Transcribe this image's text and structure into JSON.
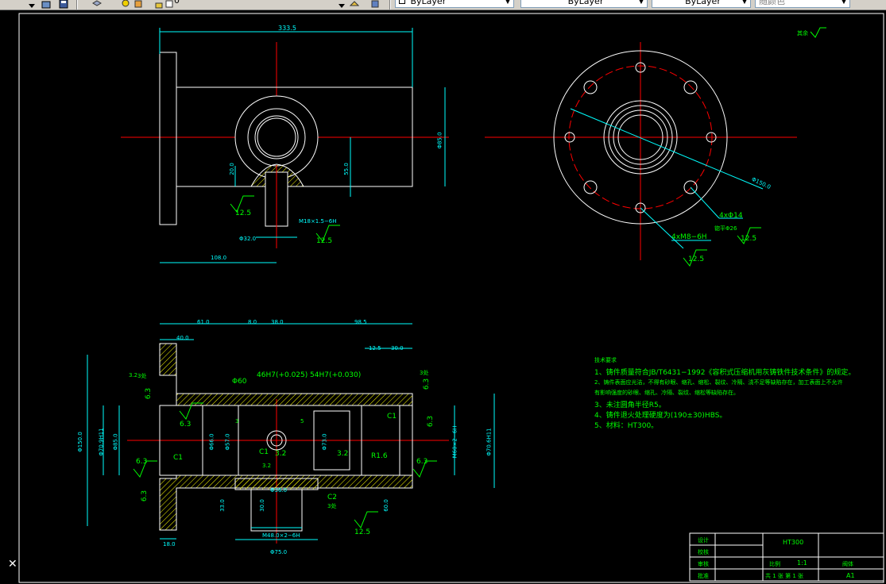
{
  "toolbar": {
    "layer_combo_value": "0",
    "color_combo_value": "ByLayer",
    "linetype_combo_value": "ByLayer",
    "lineweight_combo_value": "ByLayer",
    "plotstyle_combo_value": "随颜色",
    "icons": [
      "arrow-down-icon",
      "layer-manager-icon",
      "save-icon",
      "layers-icon",
      "lightbulb-icon",
      "match-properties-icon",
      "lock-icon",
      "layer-square-icon",
      "layer-tools-icon"
    ]
  },
  "drawing": {
    "top_view": {
      "dim_overall": "333.5",
      "dim_height": "Φ85.0",
      "dim_side": "55.0",
      "dim_boss": "20.0",
      "dim_thread": "M18×1.5−6H",
      "dim_dia": "Φ32.0",
      "dim_base": "108.0",
      "rough_1": "12.5",
      "rough_2": "12.5"
    },
    "side_view": {
      "dim_pcd": "Φ150.0",
      "holes_1": "4xΦ14",
      "holes_1_sub": "锪平Φ26",
      "holes_2": "4xM8−6H",
      "rough_1": "12.5",
      "rough_2": "12.5",
      "corner_mark": "其余"
    },
    "section_view": {
      "dim_a": "61.0",
      "dim_b": "8.0",
      "dim_c": "38.0",
      "dim_d": "98.5",
      "dim_e": "40.0",
      "dim_f": "12.5",
      "dim_g": "30.0",
      "dim_h": "3.2",
      "dim_i": "18.0",
      "dim_j": "Φ36.0",
      "dim_k": "Φ75.0",
      "dim_l": "M48.0×2−6H",
      "dim_m": "Φ60",
      "dim_n": "46H7(+0.025)",
      "dim_o": "54H7(+0.030)",
      "dim_p": "Φ150.0",
      "dim_q": "Φ70.9H11",
      "dim_r": "Φ85.0",
      "dim_s": "Φ66.0",
      "dim_t": "Φ57.0",
      "dim_u": "Φ73.0",
      "dim_v": "M60×2−6H",
      "dim_w": "Φ70.6H11",
      "dim_x": "33.0",
      "dim_y": "30.0",
      "dim_z": "60.0",
      "dim_3a": "3",
      "dim_5a": "5",
      "c1_a": "C1",
      "c1_b": "C1",
      "c1_c": "C1",
      "c2": "C2",
      "c2_sub": "3处",
      "r16": "R1.6",
      "r_63_a": "6.3",
      "r_63_b": "6.3",
      "r_63_c": "6.3",
      "r_63_d": "6.3",
      "r_63_e": "6.3",
      "r_63_f": "6.3",
      "r_63_g": "6.3",
      "r_32_a": "3.2",
      "r_32_b": "3.2",
      "r_32_c": "3.2",
      "r_125": "12.5",
      "mark_3a": "3处",
      "mark_3b": "3处"
    },
    "tech_notes": {
      "title": "技术要求",
      "lines": [
        "1、铸件质量符合JB/T6431−1992《容积式压缩机用灰铸铁件技术条件》的规定。",
        "2、铸件表面应光洁，不得有砂眼、缩孔、缩松、裂纹、冷隔、浇不足等缺陷存在，加工表面上不允许",
        "    有影响强度的砂眼、缩孔、冷隔、裂纹、缩松等缺陷存在。",
        "3、未注圆角半径R5。",
        "4、铸件退火处理硬度为(190±30)HBS。",
        "5、材料：HT300。"
      ]
    },
    "title_block": {
      "row1": "设计",
      "row2": "校核",
      "row3": "审核",
      "row4": "批准",
      "material": "HT300",
      "scale_label": "比例",
      "scale": "1:1",
      "part_name": "阀体",
      "sheet": "共 1 张 第 1 张",
      "size": "A1"
    }
  },
  "colors": {
    "outline": "#ffffff",
    "dimension": "#00ffff",
    "center": "#ff0000",
    "annotation": "#00ff00",
    "hatch": "#ffff00",
    "background": "#000000"
  }
}
